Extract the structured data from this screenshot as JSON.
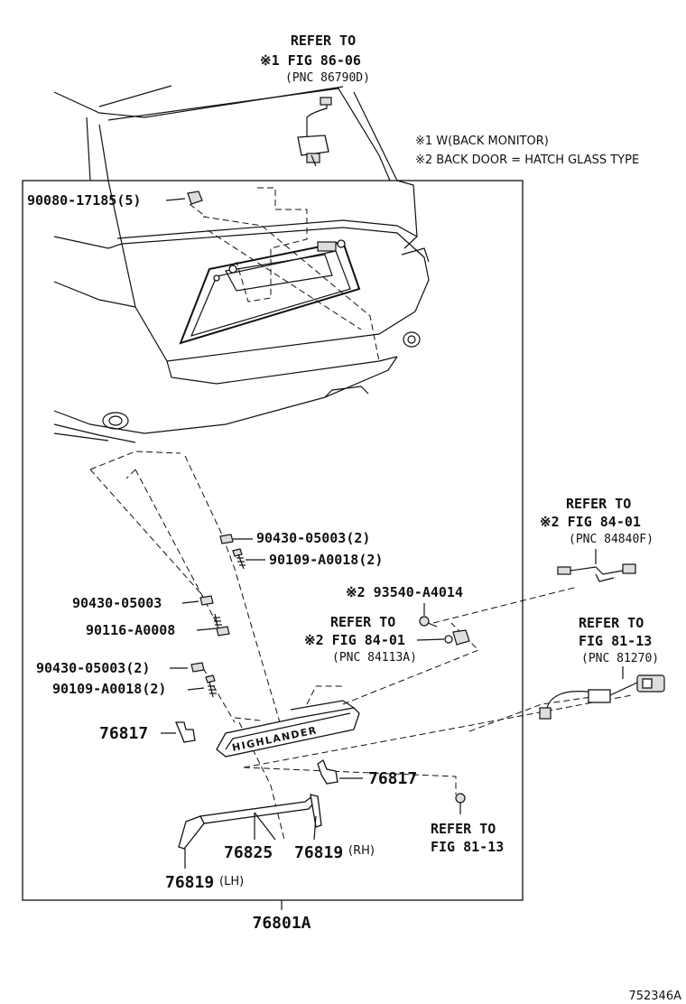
{
  "top_ref": {
    "line1": "REFER TO",
    "line2": "※1 FIG 86-06",
    "line3": "(PNC 86790D)"
  },
  "notes": {
    "n1": "※1 W(BACK MONITOR)",
    "n2": "※2 BACK DOOR = HATCH GLASS TYPE"
  },
  "parts": {
    "p_90080": "90080-17185(5)",
    "p_90430_a": "90430-05003(2)",
    "p_90109_a": "90109-A0018(2)",
    "p_90430_b": "90430-05003",
    "p_90116": "90116-A0008",
    "p_90430_c": "90430-05003(2)",
    "p_90109_b": "90109-A0018(2)",
    "p_76817_l": "76817",
    "p_76817_r": "76817",
    "p_76825": "76825",
    "p_76819_rh": "76819",
    "p_76819_rh_side": "(RH)",
    "p_76819_lh": "76819",
    "p_76819_lh_side": "(LH)",
    "p_76801a": "76801A",
    "p_93540": "※2 93540-A4014",
    "p_emblem": "HIGHLANDER"
  },
  "refs": {
    "r1": {
      "line1": "REFER TO",
      "line2": "※2 FIG 84-01",
      "line3": "(PNC 84840F)"
    },
    "r2": {
      "line1": "REFER TO",
      "line2": "※2 FIG 84-01",
      "line3": "(PNC 84113A)"
    },
    "r3": {
      "line1": "REFER TO",
      "line2": "FIG 81-13",
      "line3": "(PNC 81270)"
    },
    "r4": {
      "line1": "REFER TO",
      "line2": "FIG 81-13"
    }
  },
  "diagram_code": "752346A"
}
